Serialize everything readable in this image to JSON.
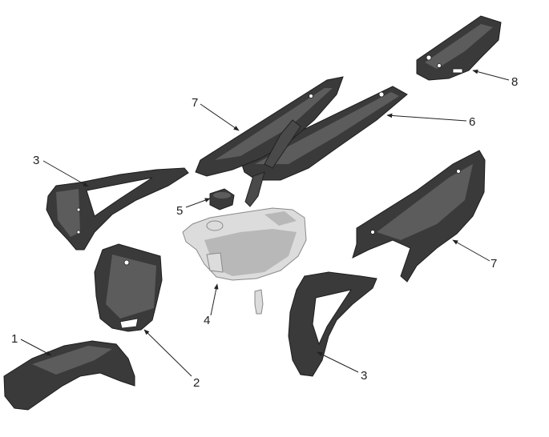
{
  "colors": {
    "background": "#ffffff",
    "plastic": "#3a3a3a",
    "tank": "#dcdcdc",
    "callout": "#222222"
  },
  "callouts": [
    {
      "id": "c1",
      "label": "1"
    },
    {
      "id": "c2",
      "label": "2"
    },
    {
      "id": "c3a",
      "label": "3"
    },
    {
      "id": "c3b",
      "label": "3"
    },
    {
      "id": "c4",
      "label": "4"
    },
    {
      "id": "c5",
      "label": "5"
    },
    {
      "id": "c6",
      "label": "6"
    },
    {
      "id": "c7a",
      "label": "7"
    },
    {
      "id": "c7b",
      "label": "7"
    },
    {
      "id": "c8",
      "label": "8"
    }
  ]
}
